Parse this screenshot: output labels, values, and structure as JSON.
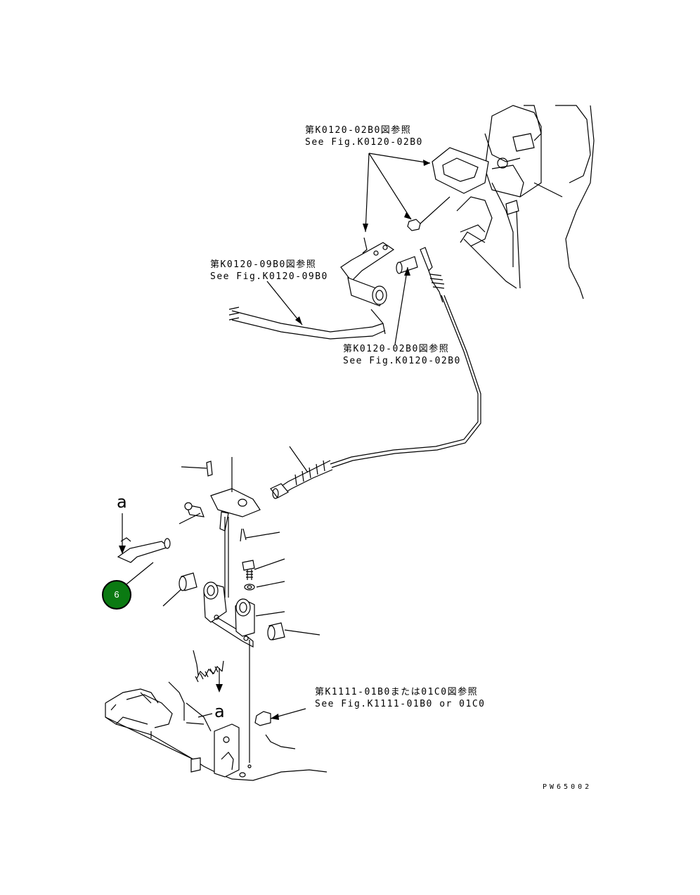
{
  "references": [
    {
      "jp": "第K0120-02B0図参照",
      "en": "See Fig.K0120-02B0"
    },
    {
      "jp": "第K0120-09B0図参照",
      "en": "See Fig.K0120-09B0"
    },
    {
      "jp": "第K0120-02B0図参照",
      "en": "See Fig.K0120-02B0"
    },
    {
      "jp": "第K1111-01B0または01C0図参照",
      "en": "See Fig.K1111-01B0 or 01C0"
    }
  ],
  "markers": {
    "top": "a",
    "bottom": "a"
  },
  "callout": {
    "label": "6",
    "color": "#0b7a12"
  },
  "drawing_code": "PW65002"
}
